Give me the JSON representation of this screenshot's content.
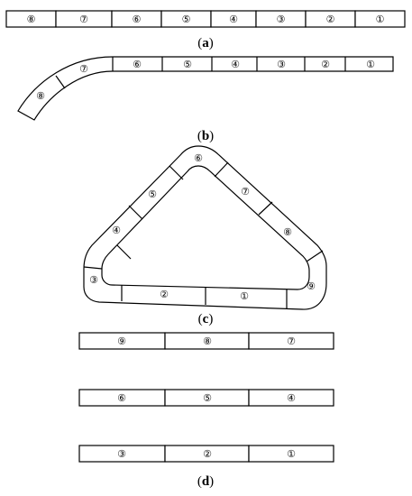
{
  "panels": [
    {
      "id": "a",
      "caption": {
        "open": "(",
        "letter": "a",
        "close": ")"
      },
      "segments": [
        "⑧",
        "⑦",
        "⑥",
        "⑤",
        "④",
        "③",
        "②",
        "①"
      ]
    },
    {
      "id": "b",
      "caption": {
        "open": "(",
        "letter": "b",
        "close": ")"
      },
      "segments": [
        "⑧",
        "⑦",
        "⑥",
        "⑤",
        "④",
        "③",
        "②",
        "①"
      ]
    },
    {
      "id": "c",
      "caption": {
        "open": "(",
        "letter": "c",
        "close": ")"
      },
      "segments": [
        "①",
        "②",
        "③",
        "④",
        "⑤",
        "⑥",
        "⑦",
        "⑧",
        "⑨"
      ]
    },
    {
      "id": "d",
      "caption": {
        "open": "(",
        "letter": "d",
        "close": ")"
      },
      "rows": [
        [
          "⑨",
          "⑧",
          "⑦"
        ],
        [
          "⑥",
          "⑤",
          "④"
        ],
        [
          "③",
          "②",
          "①"
        ]
      ]
    }
  ],
  "colors": {
    "stroke": "#000000",
    "fill": "#ffffff"
  }
}
